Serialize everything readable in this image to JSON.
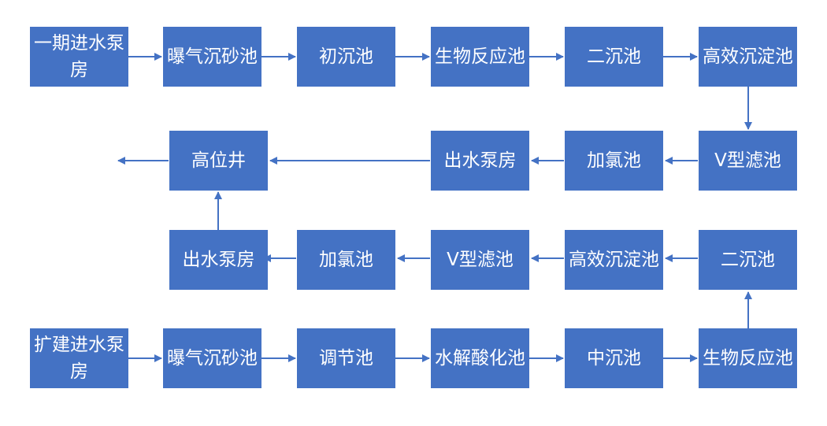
{
  "colors": {
    "box_fill": "#4472C4",
    "box_text": "#FFFFFF",
    "arrow": "#4472C4",
    "background": "#FFFFFF"
  },
  "phase1": {
    "row1": [
      "一期进水泵房",
      "曝气沉砂池",
      "初沉池",
      "生物反应池",
      "二沉池",
      "高效沉淀池"
    ],
    "row2": [
      "V型滤池",
      "加氯池",
      "出水泵房",
      "高位井"
    ]
  },
  "expansion": {
    "row4": [
      "扩建进水泵房",
      "曝气沉砂池",
      "调节池",
      "水解酸化池",
      "中沉池",
      "生物反应池"
    ],
    "row3": [
      "二沉池",
      "高效沉淀池",
      "V型滤池",
      "加氯池",
      "出水泵房"
    ]
  }
}
